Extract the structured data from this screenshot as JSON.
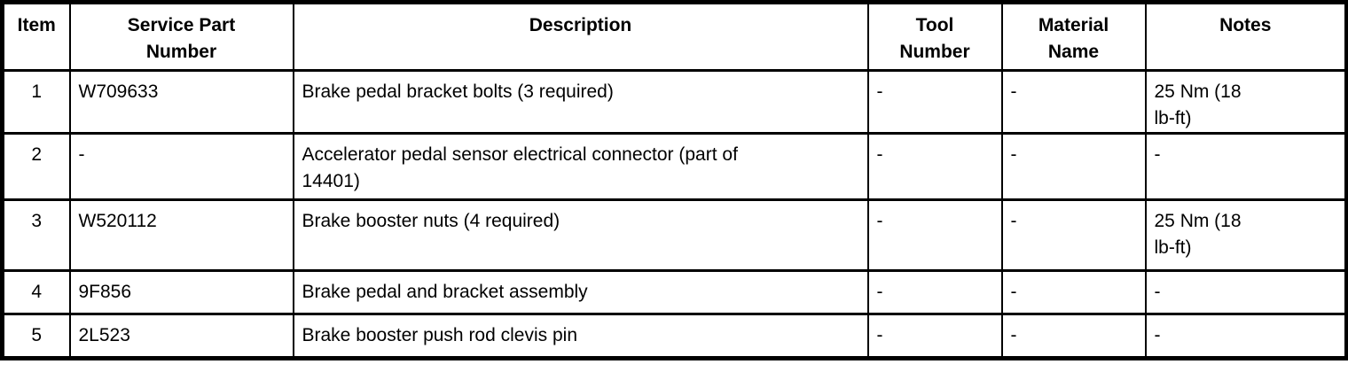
{
  "colors": {
    "border": "#000000",
    "text": "#000000",
    "background": "#ffffff"
  },
  "table": {
    "headers": {
      "item": "Item",
      "service_part_number": "Service Part\nNumber",
      "description": "Description",
      "tool_number": "Tool\nNumber",
      "material_name": "Material\nName",
      "notes": "Notes"
    },
    "rows": [
      {
        "item": "1",
        "service_part_number": "W709633",
        "description": "Brake pedal bracket bolts (3 required)",
        "tool_number": "-",
        "material_name": "-",
        "notes": "25 Nm (18\nlb-ft)"
      },
      {
        "item": "2",
        "service_part_number": "-",
        "description": "Accelerator pedal sensor electrical connector (part of\n14401)",
        "tool_number": "-",
        "material_name": "-",
        "notes": "-"
      },
      {
        "item": "3",
        "service_part_number": "W520112",
        "description": "Brake booster nuts (4 required)",
        "tool_number": "-",
        "material_name": "-",
        "notes": "25 Nm (18\nlb-ft)"
      },
      {
        "item": "4",
        "service_part_number": "9F856",
        "description": "Brake pedal and bracket assembly",
        "tool_number": "-",
        "material_name": "-",
        "notes": "-"
      },
      {
        "item": "5",
        "service_part_number": "2L523",
        "description": "Brake booster push rod clevis pin",
        "tool_number": "-",
        "material_name": "-",
        "notes": "-"
      }
    ]
  }
}
